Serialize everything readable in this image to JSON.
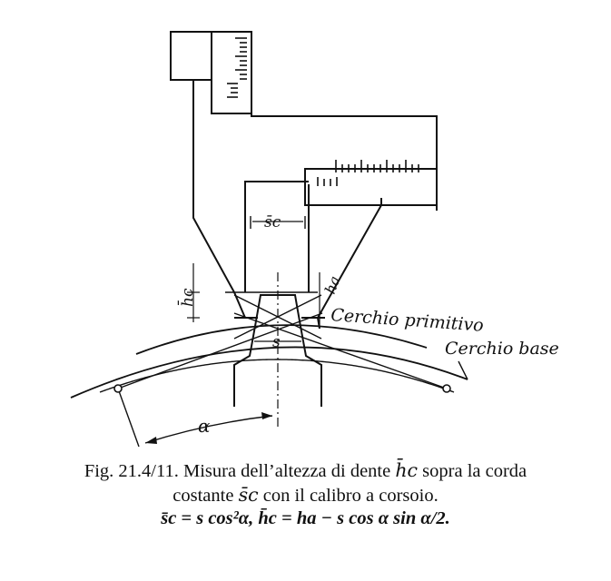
{
  "diagram": {
    "labels": {
      "sc": "s̄c",
      "hc": "h̄c",
      "ha": "ha",
      "s": "s",
      "alpha": "α",
      "pitch_circle": "Cerchio primitivo",
      "base_circle": "Cerchio base"
    }
  },
  "caption": {
    "line1_pre": "Fig. 21.4/11. Misura dell’altezza di dente ",
    "line1_sym": "h̄c",
    "line1_post": " sopra la corda",
    "line2_pre": "costante ",
    "line2_sym": "s̄c",
    "line2_post": " con il calibro a corsoio.",
    "formula": "s̄c = s cos²α,    h̄c = ha − s cos α sin α/2."
  }
}
